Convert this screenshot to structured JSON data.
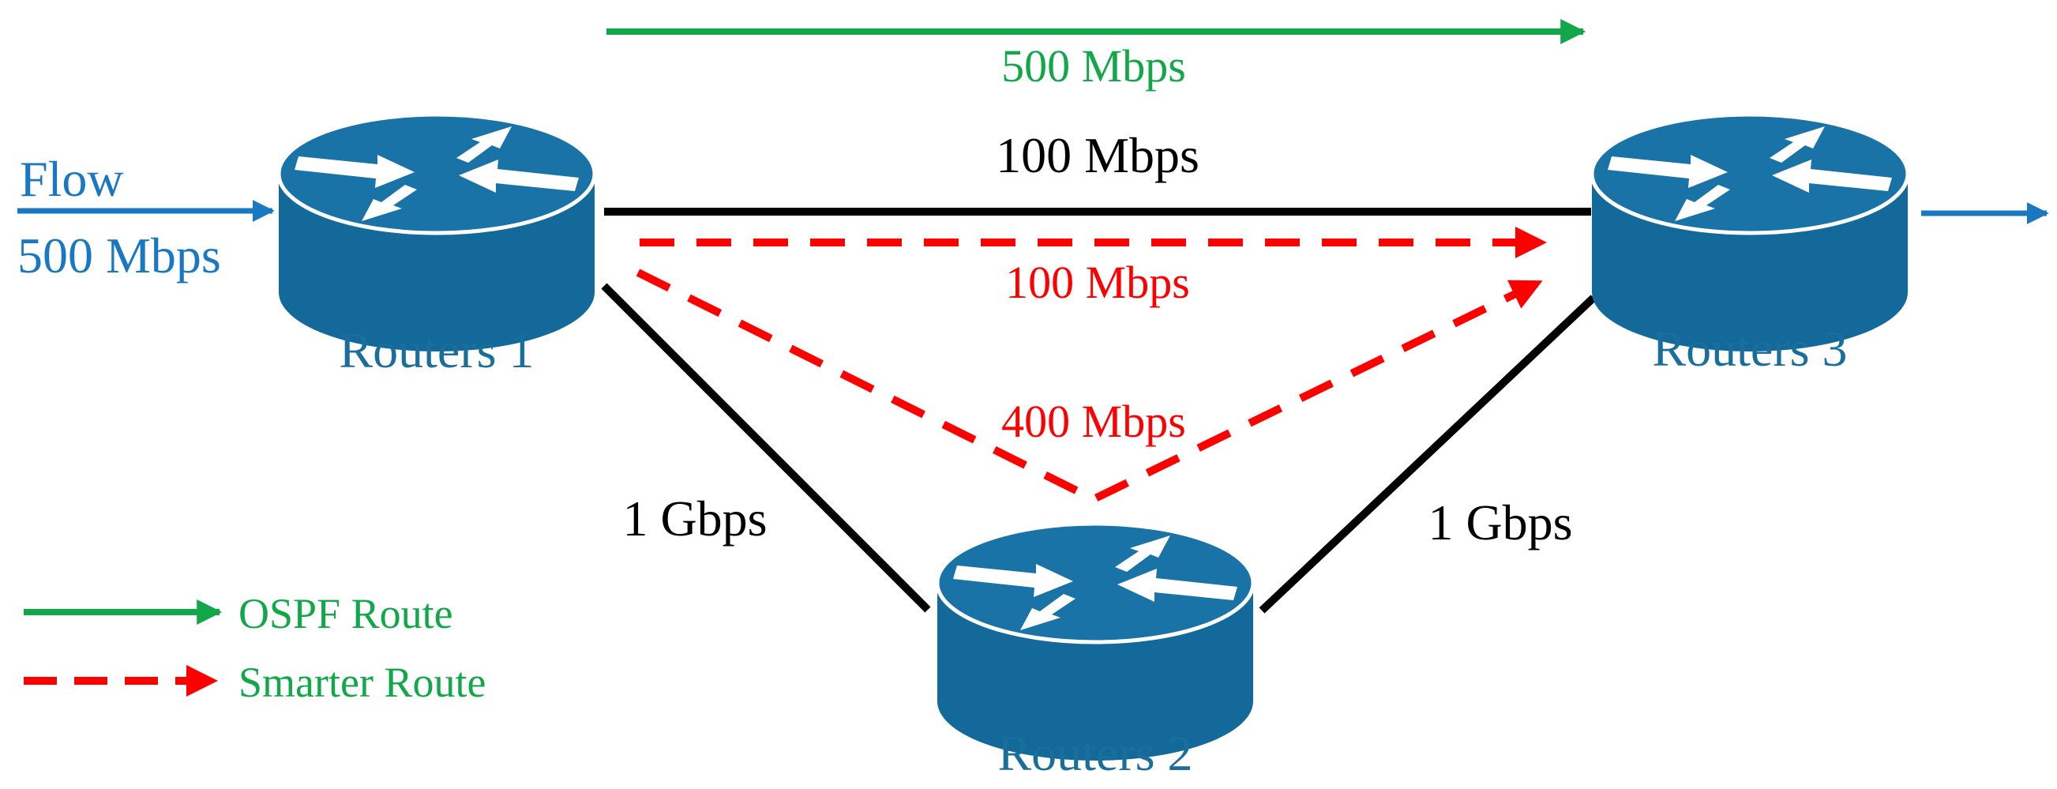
{
  "colors": {
    "router": "#136a9a",
    "router_top": "#1a73a6",
    "router_edge": "#ffffff",
    "link": "#000000",
    "ospf": "#12a84a",
    "smart": "#ff0000",
    "flow": "#1a78c2",
    "router_label": "#1a6e9c"
  },
  "routers": [
    {
      "id": "r1",
      "label": "Routers 1",
      "icon": "router-icon"
    },
    {
      "id": "r2",
      "label": "Routers 2",
      "icon": "router-icon"
    },
    {
      "id": "r3",
      "label": "Routers 3",
      "icon": "router-icon"
    }
  ],
  "links": {
    "r1_r3": "100 Mbps",
    "r1_r2": "1 Gbps",
    "r2_r3": "1 Gbps"
  },
  "routes": {
    "ospf_label": "500 Mbps",
    "smart_direct_label": "100 Mbps",
    "smart_via_r2_label": "400 Mbps"
  },
  "flow": {
    "title": "Flow",
    "rate": "500 Mbps"
  },
  "legend": {
    "ospf": "OSPF Route",
    "smart": "Smarter Route"
  }
}
